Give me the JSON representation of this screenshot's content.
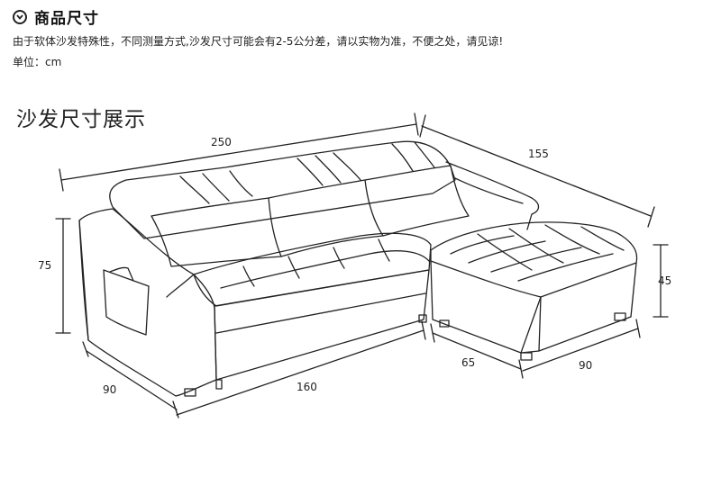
{
  "header": {
    "title": "商品尺寸",
    "icon": "chevron-down-circle-icon"
  },
  "note": "由于软体沙发特殊性，不同测量方式,沙发尺寸可能会有2-5公分差，请以实物为准，不便之处，请见谅!",
  "unit_label": "单位：cm",
  "display_title": "沙发尺寸展示",
  "dimensions": {
    "total_width": "250",
    "chaise_depth": "155",
    "height": "75",
    "ottoman_height": "45",
    "arm_depth": "90",
    "seat_width": "160",
    "ottoman_width": "65",
    "ottoman_depth": "90"
  },
  "colors": {
    "line": "#222222",
    "background": "#ffffff"
  }
}
